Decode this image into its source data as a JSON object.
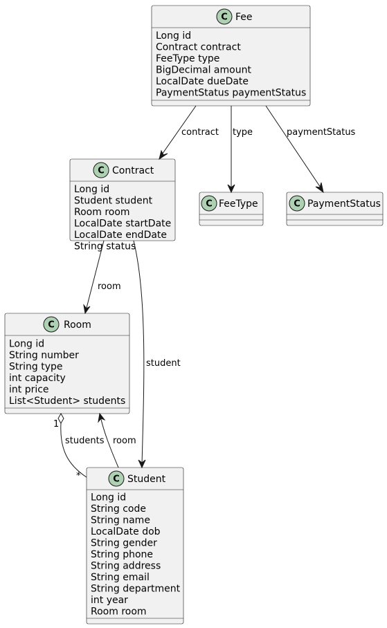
{
  "diagram": {
    "classes": {
      "fee": {
        "name": "Fee",
        "attributes": [
          "Long id",
          "Contract contract",
          "FeeType type",
          "BigDecimal amount",
          "LocalDate dueDate",
          "PaymentStatus paymentStatus"
        ]
      },
      "contract": {
        "name": "Contract",
        "attributes": [
          "Long id",
          "Student student",
          "Room room",
          "LocalDate startDate",
          "LocalDate endDate",
          "String status"
        ]
      },
      "feetype": {
        "name": "FeeType",
        "attributes": []
      },
      "paymentstatus": {
        "name": "PaymentStatus",
        "attributes": []
      },
      "room": {
        "name": "Room",
        "attributes": [
          "Long id",
          "String number",
          "String type",
          "int capacity",
          "int price",
          "List<Student> students"
        ]
      },
      "student": {
        "name": "Student",
        "attributes": [
          "Long id",
          "String code",
          "String name",
          "LocalDate dob",
          "String gender",
          "String phone",
          "String address",
          "String email",
          "String department",
          "int year",
          "Room room"
        ]
      }
    },
    "class_badge": "C",
    "relations": [
      {
        "from": "Fee",
        "to": "Contract",
        "label": "contract",
        "kind": "association"
      },
      {
        "from": "Fee",
        "to": "FeeType",
        "label": "type",
        "kind": "association"
      },
      {
        "from": "Fee",
        "to": "PaymentStatus",
        "label": "paymentStatus",
        "kind": "association"
      },
      {
        "from": "Contract",
        "to": "Room",
        "label": "room",
        "kind": "association"
      },
      {
        "from": "Contract",
        "to": "Student",
        "label": "student",
        "kind": "association"
      },
      {
        "from": "Room",
        "to": "Student",
        "label": "students",
        "kind": "aggregation",
        "source_multiplicity": "1",
        "target_multiplicity": "*"
      },
      {
        "from": "Student",
        "to": "Room",
        "label": "room",
        "kind": "association"
      }
    ],
    "colors": {
      "class_fill": "#f1f1f1",
      "border": "#181818",
      "badge": "#add1b2"
    }
  }
}
